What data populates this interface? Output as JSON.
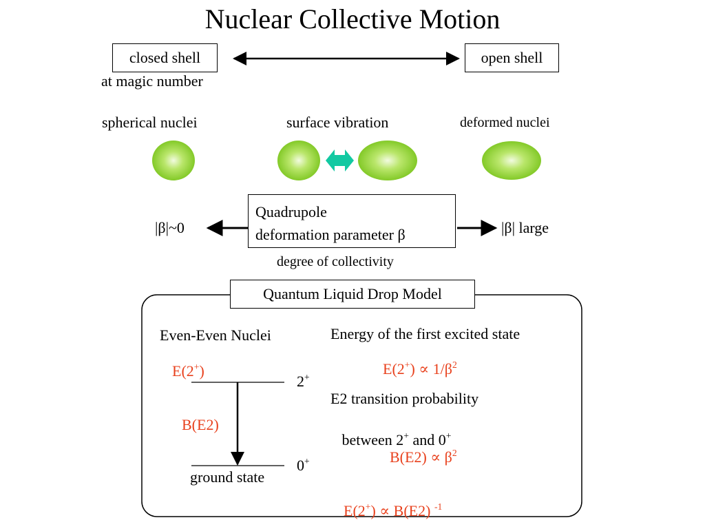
{
  "title": "Nuclear Collective Motion",
  "shell": {
    "closed": "closed shell",
    "open": "open shell",
    "magic": "at magic number"
  },
  "shapes": {
    "spherical": "spherical nuclei",
    "vibration": "surface vibration",
    "deformed": "deformed nuclei"
  },
  "quadrupole": {
    "line1": "Quadrupole",
    "line2": "deformation parameter β",
    "left_label": "|β|~0",
    "right_label": "|β| large",
    "collectivity": "degree of collectivity"
  },
  "model": {
    "title": "Quantum Liquid Drop Model",
    "even_even": "Even-Even Nuclei",
    "e2plus_label_base": "E(2",
    "e2plus_label_sup": "+",
    "e2plus_label_end": ")",
    "level_2plus_base": "2",
    "level_2plus_sup": "+",
    "level_0plus_base": "0",
    "level_0plus_sup": "+",
    "be2_label": "B(E2)",
    "ground_state": "ground state",
    "energy_heading": "Energy of the first excited state",
    "eq1": {
      "a": "E(2",
      "b": "+",
      "c": ") ∝ 1/β",
      "d": "2"
    },
    "e2_heading": "E2 transition probability",
    "between": {
      "a": " between 2",
      "b": "+",
      "c": " and 0",
      "d": "+"
    },
    "eq2": {
      "a": "B(E2) ∝ β",
      "b": "2"
    },
    "eq3": {
      "a": "E(2",
      "b": "+",
      "c": ") ∝ B(E2) ",
      "d": "-1"
    }
  },
  "colors": {
    "accent_red": "#e8401c",
    "nucleus_green": "#8fd331",
    "arrow_teal": "#12c9a2"
  }
}
